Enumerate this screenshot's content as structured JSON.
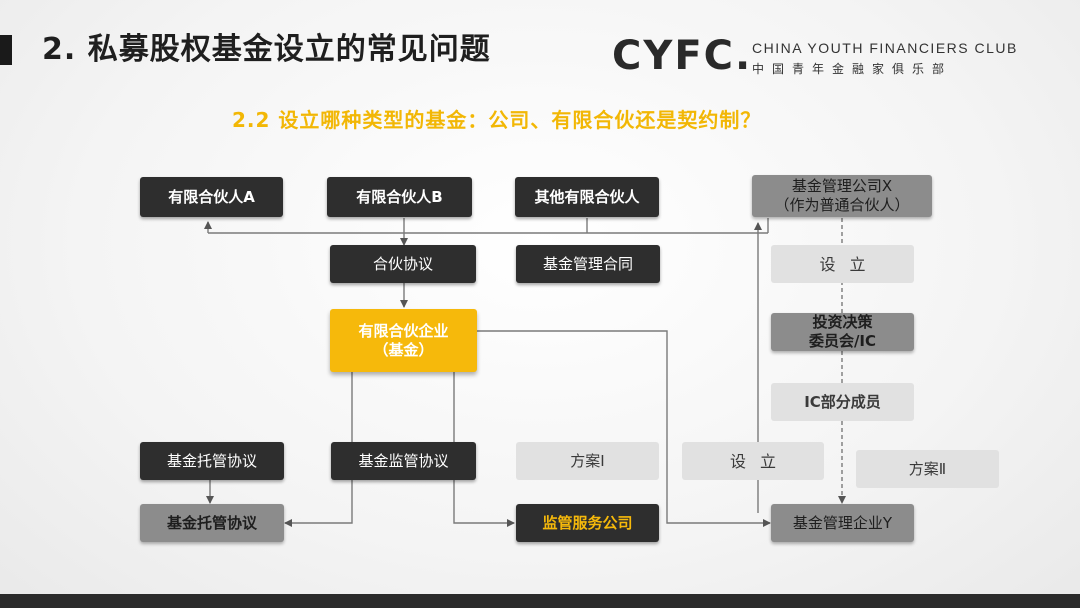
{
  "header": {
    "title": "2. 私募股权基金设立的常见问题",
    "subtitle": "2.2  设立哪种类型的基金：公司、有限合伙还是契约制？"
  },
  "logo": {
    "mark": "CYFC.",
    "english": "CHINA YOUTH FINANCIERS CLUB",
    "chinese": "中国青年金融家俱乐部"
  },
  "diagram": {
    "partner_a": "有限合伙人A",
    "partner_b": "有限合伙人B",
    "other_partners": "其他有限合伙人",
    "mgmt_company_x_line1": "基金管理公司X",
    "mgmt_company_x_line2": "（作为普通合伙人）",
    "partnership_agreement": "合伙协议",
    "mgmt_contract": "基金管理合同",
    "setup_1": "设立",
    "fund_line1": "有限合伙企业",
    "fund_line2": "（基金）",
    "ic_line1": "投资决策",
    "ic_line2": "委员会/IC",
    "ic_members": "IC部分成员",
    "custody_agreement_1": "基金托管协议",
    "supervision_agreement": "基金监管协议",
    "plan_1": "方案Ⅰ",
    "setup_2": "设立",
    "plan_2": "方案Ⅱ",
    "custody_agreement_2": "基金托管协议",
    "supervision_company": "监管服务公司",
    "mgmt_enterprise_y": "基金管理企业Y"
  },
  "colors": {
    "accent": "#f6b90b",
    "dark_box": "#2e2e2e",
    "mid_box": "#8c8c8c",
    "light_box": "#e1e1e1"
  }
}
